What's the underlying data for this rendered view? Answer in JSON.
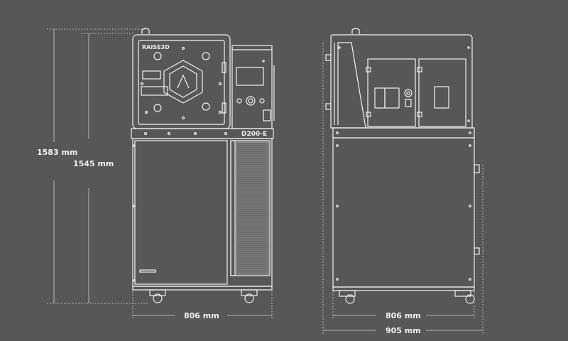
{
  "brand": "RAISE3D",
  "model": "D200-E",
  "dimensions": {
    "overall_height": "1583 mm",
    "body_height": "1545 mm",
    "front_width": "806 mm",
    "side_depth": "806 mm",
    "side_depth_total": "905 mm"
  },
  "colors": {
    "background": "#575757",
    "line": "#f2f2f2",
    "dim_line": "#cfcfcf"
  }
}
